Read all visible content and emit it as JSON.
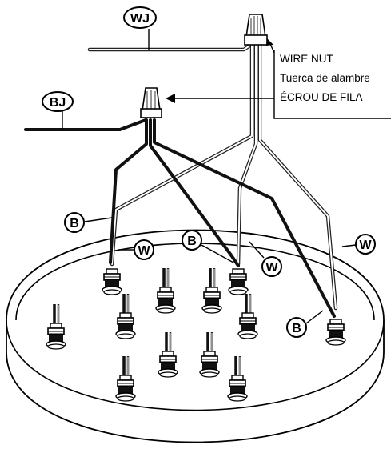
{
  "labels": {
    "wj": "WJ",
    "bj": "BJ",
    "b": "B",
    "w": "W"
  },
  "wire_nut_callout": {
    "line1": "WIRE NUT",
    "line2": "Tuerca de alambre",
    "line3": "ÉCROU DE FILA"
  }
}
